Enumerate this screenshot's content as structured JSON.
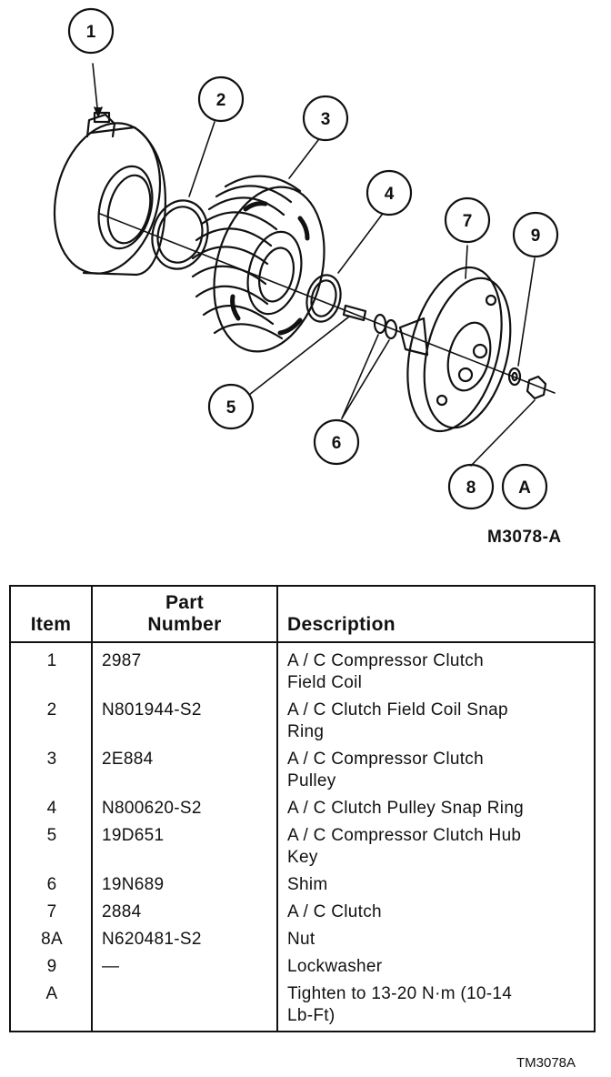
{
  "callouts": [
    "1",
    "2",
    "3",
    "4",
    "5",
    "6",
    "7",
    "8",
    "9",
    "A"
  ],
  "figure_code": "M3078-A",
  "table": {
    "headers": {
      "item": "Item",
      "part_line1": "Part",
      "part_line2": "Number",
      "description": "Description"
    },
    "rows": [
      {
        "item": "1",
        "part": "2987",
        "desc_line1": "A / C Compressor Clutch",
        "desc_line2": "Field Coil"
      },
      {
        "item": "2",
        "part": "N801944-S2",
        "desc_line1": "A / C Clutch Field Coil Snap",
        "desc_line2": "Ring"
      },
      {
        "item": "3",
        "part": "2E884",
        "desc_line1": "A / C Compressor Clutch",
        "desc_line2": "Pulley"
      },
      {
        "item": "4",
        "part": "N800620-S2",
        "desc_line1": "A / C Clutch Pulley Snap Ring",
        "desc_line2": ""
      },
      {
        "item": "5",
        "part": "19D651",
        "desc_line1": "A / C Compressor Clutch Hub",
        "desc_line2": "Key"
      },
      {
        "item": "6",
        "part": "19N689",
        "desc_line1": "Shim",
        "desc_line2": ""
      },
      {
        "item": "7",
        "part": "2884",
        "desc_line1": "A / C Clutch",
        "desc_line2": ""
      },
      {
        "item": "8A",
        "part": "N620481-S2",
        "desc_line1": "Nut",
        "desc_line2": ""
      },
      {
        "item": "9",
        "part": "—",
        "desc_line1": "Lockwasher",
        "desc_line2": ""
      },
      {
        "item": "A",
        "part": "",
        "desc_line1": "Tighten to 13-20 N·m (10-14",
        "desc_line2": "Lb-Ft)"
      }
    ]
  },
  "tm_code": "TM3078A"
}
